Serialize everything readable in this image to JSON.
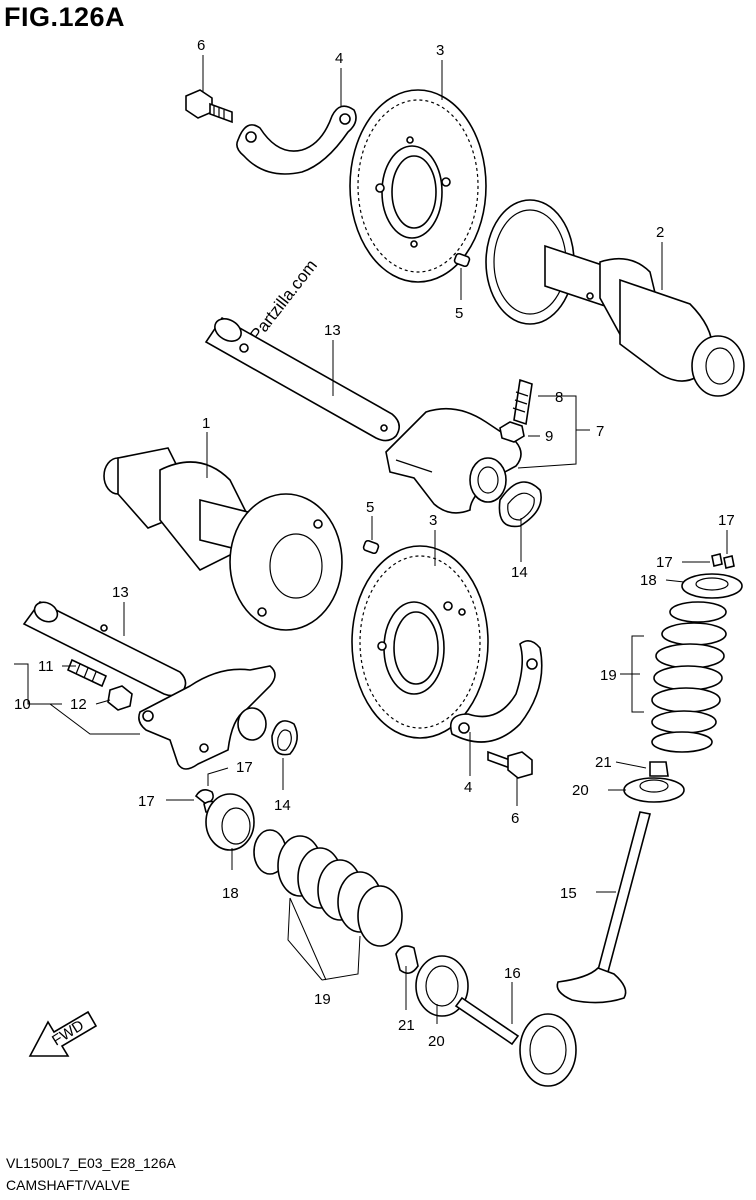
{
  "header": {
    "figure_title": "FIG.126A"
  },
  "footer": {
    "diagram_code": "VL1500L7_E03_E28_126A",
    "diagram_name": "CAMSHAFT/VALVE"
  },
  "watermark": {
    "text": "Partzilla.com"
  },
  "fwd_arrow": {
    "label": "FWD"
  },
  "callouts": {
    "c6a": "6",
    "c4a": "4",
    "c3a": "3",
    "c2": "2",
    "c5a": "5",
    "c13a": "13",
    "c8": "8",
    "c9": "9",
    "c7": "7",
    "c14a": "14",
    "c1": "1",
    "c5b": "5",
    "c3b": "3",
    "c17a": "17",
    "c17b": "17",
    "c18a": "18",
    "c13b": "13",
    "c11": "11",
    "c10": "10",
    "c12": "12",
    "c19a": "19",
    "c17c": "17",
    "c17d": "17",
    "c14b": "14",
    "c4b": "4",
    "c21a": "21",
    "c20a": "20",
    "c6b": "6",
    "c18b": "18",
    "c15": "15",
    "c16": "16",
    "c19b": "19",
    "c21b": "21",
    "c20b": "20"
  }
}
